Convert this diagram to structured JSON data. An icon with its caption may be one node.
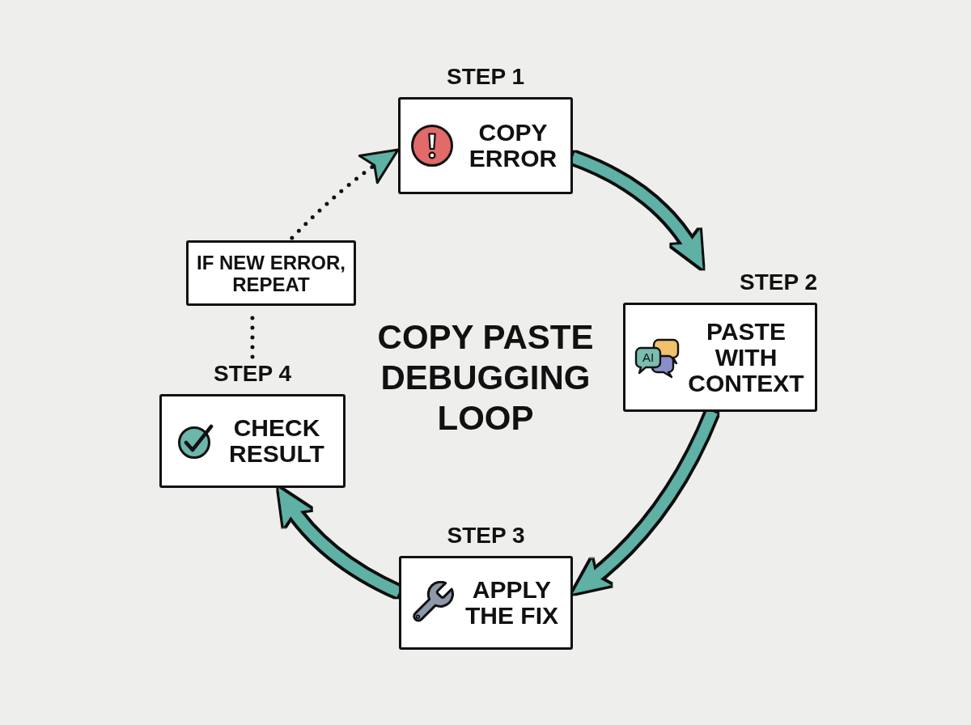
{
  "diagram": {
    "title": "COPY PASTE DEBUGGING LOOP",
    "nodes": [
      {
        "text": [
          "STEP 1",
          "COPY ERROR"
        ]
      },
      {
        "text": [
          "STEP 2",
          "AI",
          "PASTE WITH CONTEXT"
        ]
      },
      {
        "text": [
          "STEP 3",
          "APPLY THE FIX"
        ]
      },
      {
        "text": [
          "STEP 4",
          "CHECK RESULT"
        ]
      },
      {
        "text": [
          "IF NEW ERROR, REPEAT"
        ]
      }
    ],
    "edges": [
      {
        "from": 0,
        "to": 1,
        "arrow": "to"
      },
      {
        "from": 1,
        "to": 2,
        "arrow": "to"
      },
      {
        "from": 2,
        "to": 3,
        "arrow": "to"
      },
      {
        "from": 3,
        "to": 4,
        "arrow": "none",
        "style": "dashed",
        "color": "#111111"
      },
      {
        "from": 4,
        "to": 0,
        "arrow": "to",
        "style": "dashed",
        "color": "#111111"
      }
    ]
  }
}
